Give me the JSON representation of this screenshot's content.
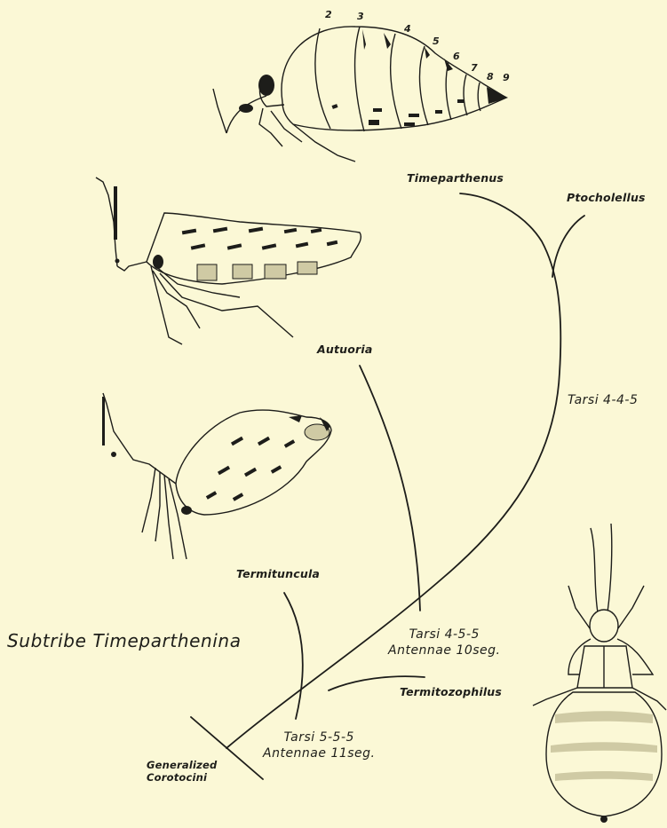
{
  "figure": {
    "title": "Subtribe Timeparthenina",
    "root": {
      "line1": "Generalized",
      "line2": "Corotocini"
    },
    "taxa": {
      "timeparthenus": "Timeparthenus",
      "ptocholellus": "Ptocholellus",
      "autuoria": "Autuoria",
      "termituncula": "Termituncula",
      "termitozophilus": "Termitozophilus"
    },
    "characters": {
      "tarsi_445": "Tarsi 4-4-5",
      "tarsi_455": "Tarsi 4-5-5",
      "antennae_10": "Antennae 10seg.",
      "tarsi_555": "Tarsi 5-5-5",
      "antennae_11": "Antennae 11seg."
    },
    "segment_numbers": [
      "2",
      "3",
      "4",
      "5",
      "6",
      "7",
      "8",
      "9"
    ]
  },
  "colors": {
    "background": "#fbf8d6",
    "ink": "#1d1d1a",
    "shading": "#cfcaa4"
  }
}
